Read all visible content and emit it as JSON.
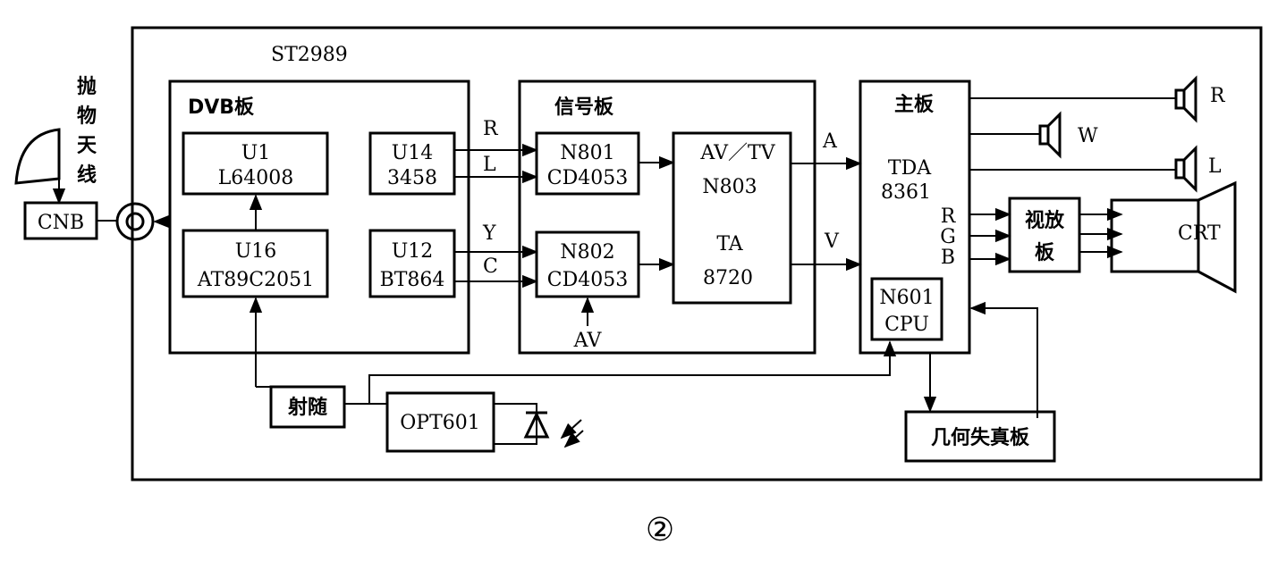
{
  "figure_number": "②",
  "outer_title": "ST2989",
  "antenna": {
    "label_chars": [
      "抛",
      "物",
      "天",
      "线"
    ],
    "cnb": "CNB"
  },
  "dvb_board": {
    "title": "DVB板",
    "u1": {
      "name": "U1",
      "part": "L64008"
    },
    "u16": {
      "name": "U16",
      "part": "AT89C2051"
    },
    "u14": {
      "name": "U14",
      "part": "3458"
    },
    "u12": {
      "name": "U12",
      "part": "BT864"
    }
  },
  "signal_board": {
    "title": "信号板",
    "n801": {
      "name": "N801",
      "part": "CD4053"
    },
    "n802": {
      "name": "N802",
      "part": "CD4053"
    },
    "n803": {
      "line1": "AV／TV",
      "line2": "N803",
      "line3": "TA",
      "line4": "8720"
    },
    "av_label": "AV"
  },
  "wire_labels": {
    "r": "R",
    "l": "L",
    "y": "Y",
    "c": "C",
    "a": "A",
    "v": "V"
  },
  "main_board": {
    "title": "主板",
    "tda_line1": "TDA",
    "tda_line2": "8361",
    "rgb": [
      "R",
      "G",
      "B"
    ],
    "cpu": {
      "name": "N601",
      "part": "CPU"
    }
  },
  "speakers": {
    "r": "R",
    "w": "W",
    "l": "L"
  },
  "video_amp": {
    "line1": "视放",
    "line2": "板"
  },
  "crt": "CRT",
  "emitter_follower": "射随",
  "opt": "OPT601",
  "geometry_board": "几何失真板"
}
